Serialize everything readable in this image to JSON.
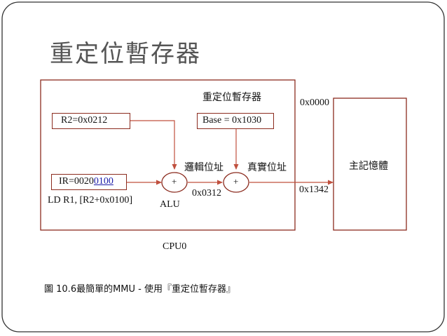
{
  "slide": {
    "title": "重定位暫存器"
  },
  "diagram": {
    "relocation_label": "重定位暫存器",
    "base_register": "Base = 0x1030",
    "r2_register": "R2=0x0212",
    "ir_prefix": "IR=0020",
    "ir_highlight": "0100",
    "instruction": "LD R1, [R2+0x0100]",
    "adder1_symbol": "+",
    "adder2_symbol": "+",
    "alu_label": "ALU",
    "logical_address_label": "邏輯位址",
    "physical_address_label": "真實位址",
    "logical_address_value": "0x0312",
    "physical_address_value": "0x1342",
    "memory_start": "0x0000",
    "memory_label": "主記憶體",
    "cpu_label": "CPU0",
    "colors": {
      "frame": "#8b2b1e",
      "arrow": "#c0503e",
      "highlight": "#1a1aa8"
    }
  },
  "caption": {
    "prefix": "圖 ",
    "figure_no": "10.6",
    "text": "最簡單的MMU - 使用『重定位暫存器』"
  }
}
